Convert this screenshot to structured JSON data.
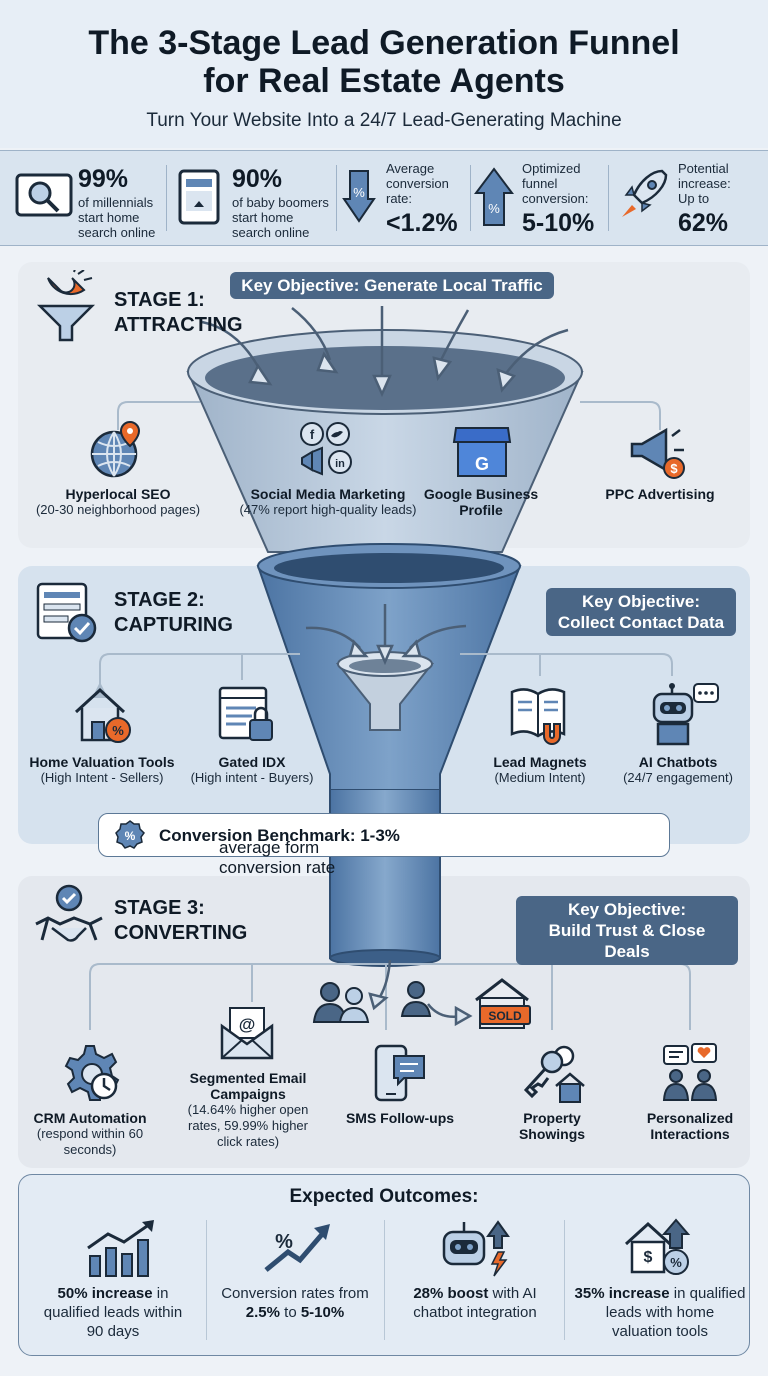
{
  "header": {
    "title_line1": "The 3-Stage Lead Generation Funnel",
    "title_line2": "for Real Estate Agents",
    "subtitle": "Turn Your Website Into a 24/7 Lead-Generating Machine"
  },
  "stats": [
    {
      "big": "99%",
      "text": [
        "of millennials",
        "start home",
        "search online"
      ],
      "icon": "magnifier-icon"
    },
    {
      "big": "90%",
      "text": [
        "of baby boomers",
        "start home",
        "search online"
      ],
      "icon": "tablet-icon"
    },
    {
      "text": [
        "Average",
        "conversion",
        "rate:"
      ],
      "big": "<1.2%",
      "icon": "down-arrow-percent-icon"
    },
    {
      "text": [
        "Optimized",
        "funnel",
        "conversion:"
      ],
      "big": "5-10%",
      "icon": "up-arrow-percent-icon"
    },
    {
      "text": [
        "Potential",
        "increase:",
        "Up to"
      ],
      "big": "62%",
      "icon": "rocket-icon"
    }
  ],
  "stage1": {
    "title_line1": "STAGE 1:",
    "title_line2": "ATTRACTING",
    "objective": "Key Objective: Generate Local Traffic",
    "items": [
      {
        "name": "Hyperlocal SEO",
        "detail": "(20-30 neighborhood pages)"
      },
      {
        "name": "Social Media Marketing",
        "detail": "(47% report high-quality leads)"
      },
      {
        "name": "Google Business Profile",
        "detail": ""
      },
      {
        "name": "PPC Advertising",
        "detail": ""
      }
    ]
  },
  "stage2": {
    "title_line1": "STAGE 2:",
    "title_line2": "CAPTURING",
    "objective_line1": "Key Objective:",
    "objective_line2": "Collect Contact Data",
    "items": [
      {
        "name": "Home Valuation Tools",
        "detail": "(High Intent - Sellers)"
      },
      {
        "name": "Gated IDX",
        "detail": "(High intent - Buyers)"
      },
      {
        "name": "Lead Magnets",
        "detail": "(Medium Intent)"
      },
      {
        "name": "AI Chatbots",
        "detail": "(24/7 engagement)"
      }
    ],
    "benchmark_label": "Conversion Benchmark: 1-3%",
    "benchmark_text": " average form conversion rate"
  },
  "stage3": {
    "title_line1": "STAGE 3:",
    "title_line2": "CONVERTING",
    "objective_line1": "Key Objective:",
    "objective_line2": "Build Trust & Close Deals",
    "sold_sign": "SOLD",
    "items": [
      {
        "name": "CRM Automation",
        "detail": "(respond within 60 seconds)"
      },
      {
        "name": "Segmented Email Campaigns",
        "detail": "(14.64% higher open rates, 59.99% higher click rates)"
      },
      {
        "name": "SMS Follow-ups",
        "detail": ""
      },
      {
        "name": "Property Showings",
        "detail": ""
      },
      {
        "name": "Personalized Interactions",
        "detail": ""
      }
    ]
  },
  "outcomes": {
    "title": "Expected Outcomes:",
    "items": [
      {
        "bold": "50% increase",
        "text": " in qualified leads within 90 days"
      },
      {
        "pre": "Conversion rates from ",
        "bold": "2.5%",
        "mid": " to ",
        "bold2": "5-10%"
      },
      {
        "bold": "28% boost",
        "text": " with AI chatbot integration"
      },
      {
        "bold": "35% increase",
        "text": " in qualified leads with home valuation tools"
      }
    ]
  },
  "colors": {
    "accent": "#4a6686",
    "orange": "#e8692a",
    "funnel": "#5f86b5"
  }
}
